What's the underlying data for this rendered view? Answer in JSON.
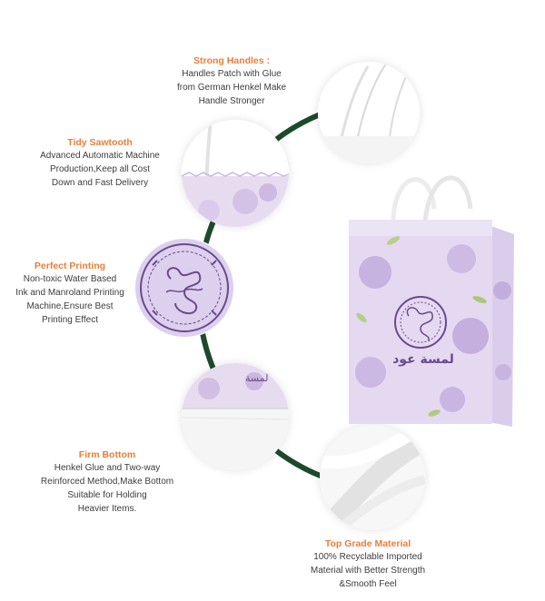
{
  "colors": {
    "accent": "#e57f3b",
    "arc": "#1d4a2a",
    "lavender": "#cfc0e6",
    "purple": "#6a4a8c"
  },
  "features": [
    {
      "title": "Strong Handles :",
      "lines": [
        "Handles Patch with Glue",
        "from German Henkel Make",
        "Handle Stronger"
      ]
    },
    {
      "title": "Tidy Sawtooth",
      "lines": [
        "Advanced Automatic Machine",
        "Production,Keep all Cost",
        "Down and Fast Delivery"
      ]
    },
    {
      "title": "Perfect Printing",
      "lines": [
        "Non-toxic Water Based",
        "Ink and Manroland Printing",
        "Machine,Ensure Best",
        "Printing Effect"
      ]
    },
    {
      "title": "Firm Bottom",
      "lines": [
        "Henkel Glue and Two-way",
        "Reinforced Method,Make Bottom",
        "Suitable for Holding",
        "Heavier Items."
      ]
    },
    {
      "title": "Top Grade Material",
      "lines": [
        "100% Recyclable Imported",
        "Material with Better Strength",
        "&Smooth Feel"
      ]
    }
  ],
  "bag": {
    "brand_text": "لمسة عود"
  },
  "icons": [
    "handle-closeup",
    "sawtooth-closeup",
    "logo-emblem",
    "bottom-closeup",
    "paper-closeup"
  ]
}
